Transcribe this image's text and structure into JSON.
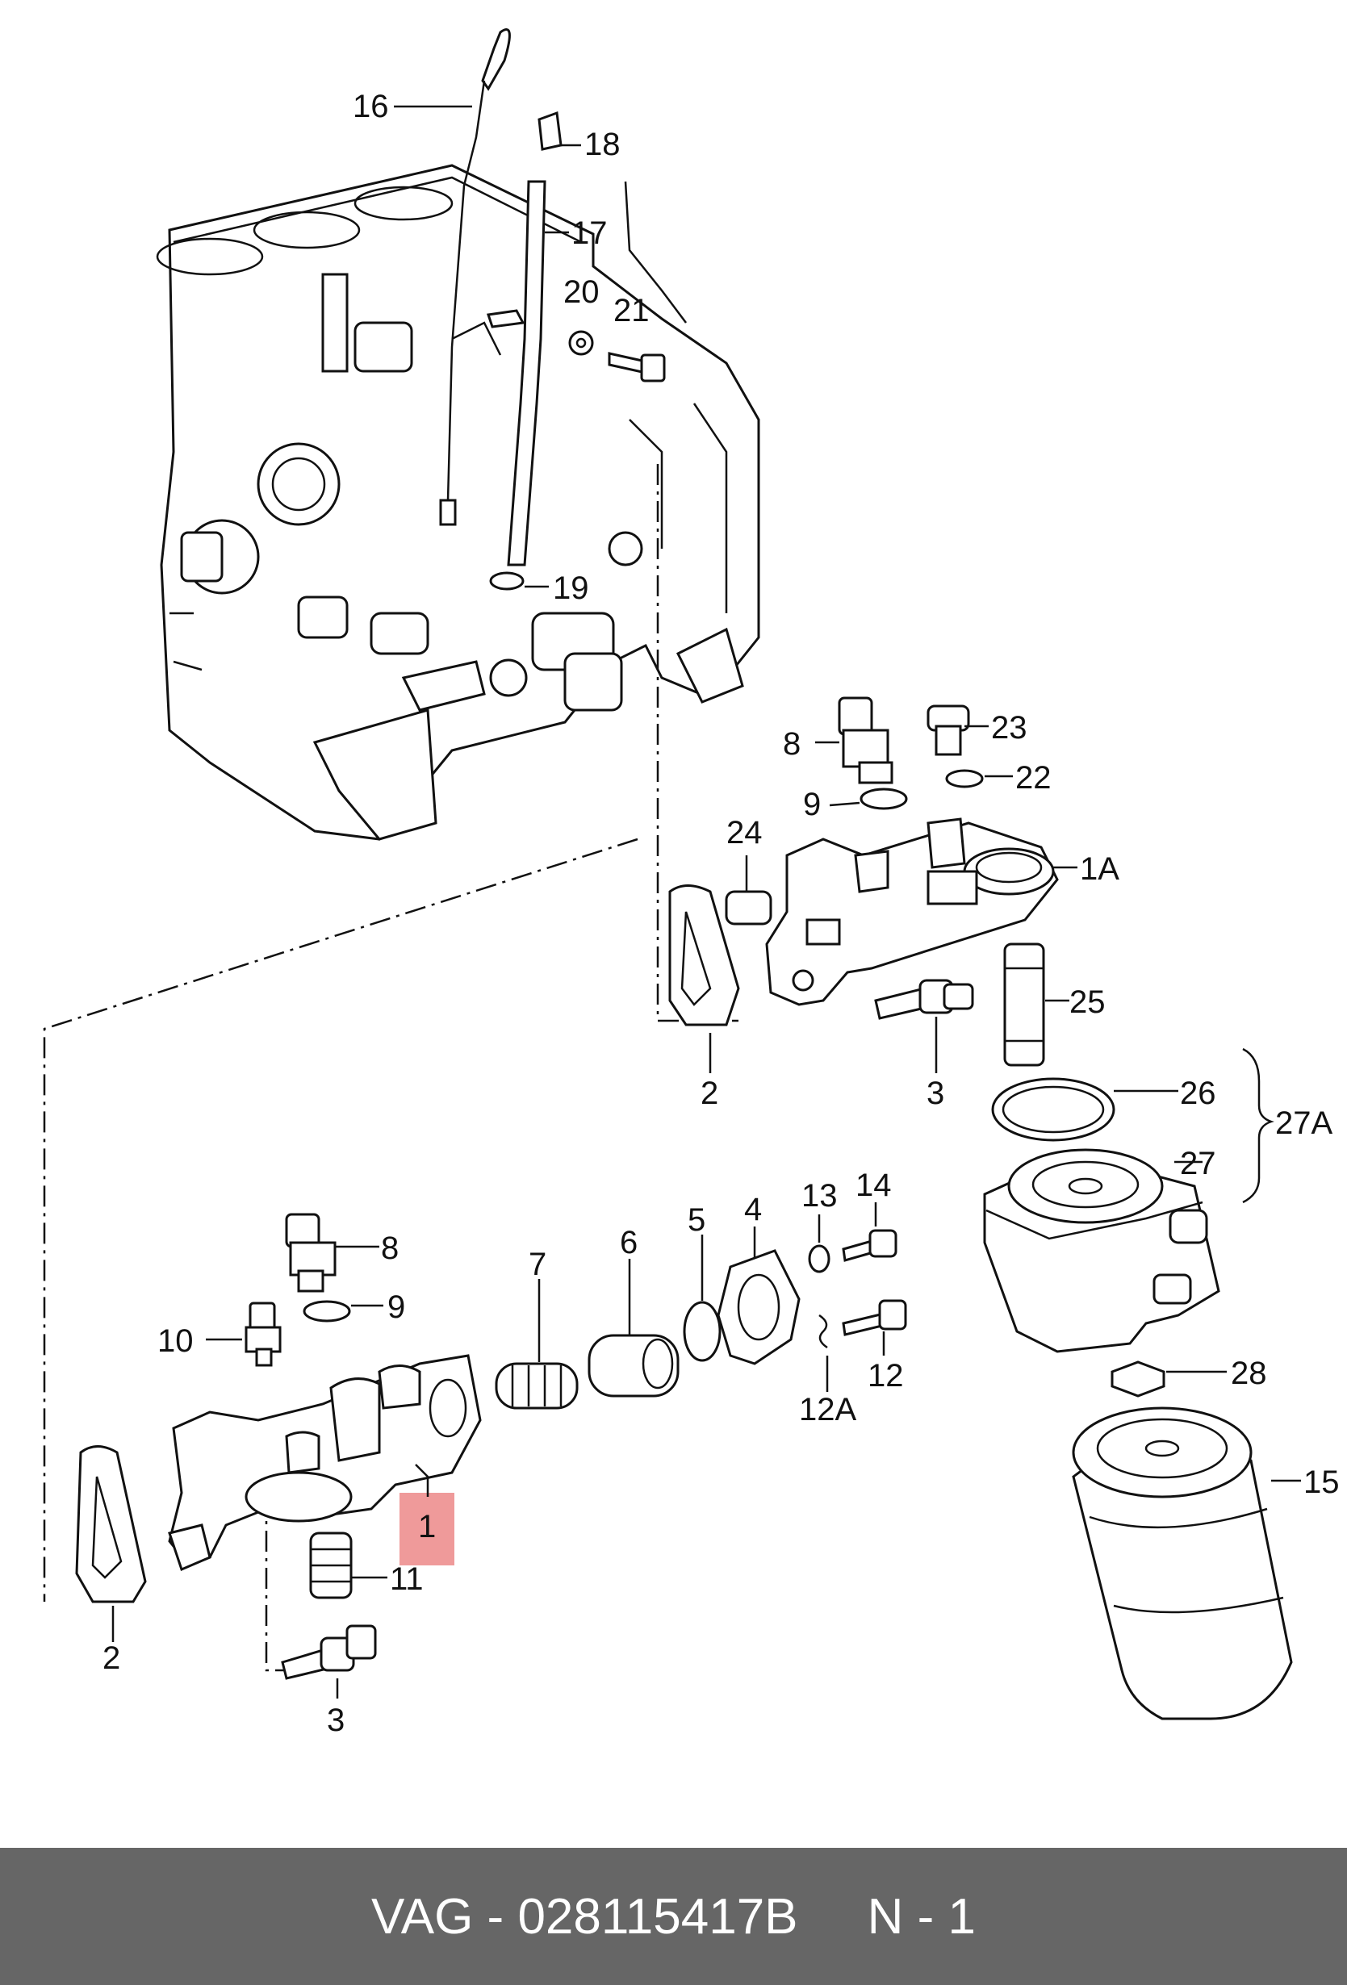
{
  "callouts": {
    "c1": "1",
    "c1A": "1A",
    "c2a": "2",
    "c2b": "2",
    "c3a": "3",
    "c3b": "3",
    "c4": "4",
    "c5": "5",
    "c6": "6",
    "c7": "7",
    "c8a": "8",
    "c8b": "8",
    "c9a": "9",
    "c9b": "9",
    "c10": "10",
    "c11": "11",
    "c12": "12",
    "c12A": "12A",
    "c13": "13",
    "c14": "14",
    "c15": "15",
    "c16": "16",
    "c17": "17",
    "c18": "18",
    "c19": "19",
    "c20": "20",
    "c21": "21",
    "c22": "22",
    "c23": "23",
    "c24": "24",
    "c25": "25",
    "c26": "26",
    "c27": "27",
    "c27A": "27A",
    "c28": "28"
  },
  "highlight": {
    "color": "#ef9a9a",
    "callout": "1"
  },
  "footer": {
    "brand": "VAG",
    "separator": "-",
    "part_number": "028115417B",
    "position_label": "N - 1",
    "background": "#666666"
  }
}
